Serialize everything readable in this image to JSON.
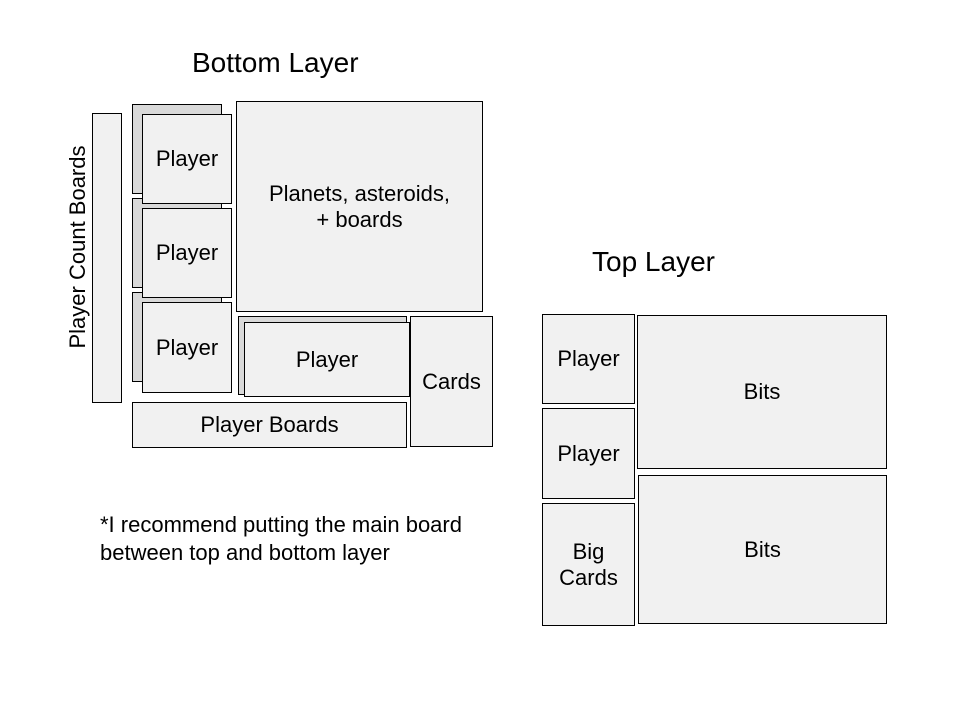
{
  "colors": {
    "background": "#ffffff",
    "box_fill": "#f1f1f1",
    "shadow_fill": "#d9d9d9",
    "border": "#000000",
    "text": "#000000"
  },
  "bottom_layer": {
    "title": "Bottom Layer",
    "vertical_label": "Player Count Boards",
    "players": [
      "Player",
      "Player",
      "Player"
    ],
    "planets_label": "Planets, asteroids,\n+ boards",
    "mid_player_label": "Player",
    "cards_label": "Cards",
    "player_boards_label": "Player Boards"
  },
  "note": {
    "text": "*I recommend putting the main board\nbetween top and bottom layer"
  },
  "top_layer": {
    "title": "Top Layer",
    "players": [
      "Player",
      "Player"
    ],
    "big_cards_label": "Big\nCards",
    "bits_labels": [
      "Bits",
      "Bits"
    ]
  }
}
